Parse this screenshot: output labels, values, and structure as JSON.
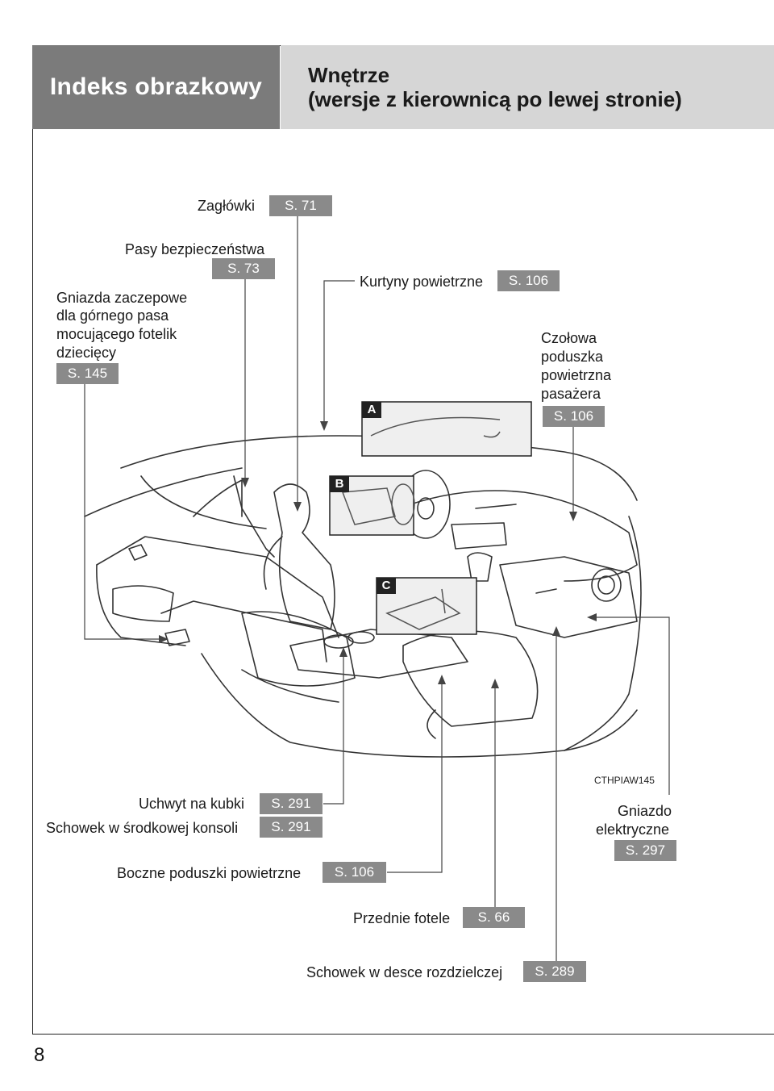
{
  "header": {
    "section": "Indeks obrazkowy",
    "title_line1": "Wnętrze",
    "title_line2": "(wersje z kierownicą po lewej stronie)"
  },
  "callouts": {
    "headrests": {
      "label": "Zagłówki",
      "ref": "S. 71"
    },
    "seatbelts": {
      "label": "Pasy bezpieczeństwa",
      "ref": "S. 73"
    },
    "curtain_airbags": {
      "label": "Kurtyny powietrzne",
      "ref": "S. 106"
    },
    "tether_anchors": {
      "label_lines": [
        "Gniazda zaczepowe",
        "dla górnego pasa",
        "mocującego fotelik",
        "dziecięcy"
      ],
      "ref": "S. 145"
    },
    "passenger_airbag": {
      "label_lines": [
        "Czołowa",
        "poduszka",
        "powietrzna",
        "pasażera"
      ],
      "ref": "S. 106"
    },
    "cup_holders": {
      "label": "Uchwyt na kubki",
      "ref": "S. 291"
    },
    "console_box": {
      "label": "Schowek w środkowej konsoli",
      "ref": "S. 291"
    },
    "side_airbags": {
      "label": "Boczne poduszki powietrzne",
      "ref": "S. 106"
    },
    "front_seats": {
      "label": "Przednie fotele",
      "ref": "S. 66"
    },
    "glove_box": {
      "label": "Schowek w desce rozdzielczej",
      "ref": "S. 289"
    },
    "power_outlet": {
      "label_lines": [
        "Gniazdo",
        "elektryczne"
      ],
      "ref": "S. 297"
    }
  },
  "insets": {
    "a": "A",
    "b": "B",
    "c": "C"
  },
  "image_code": "CTHPIAW145",
  "page_number": "8"
}
